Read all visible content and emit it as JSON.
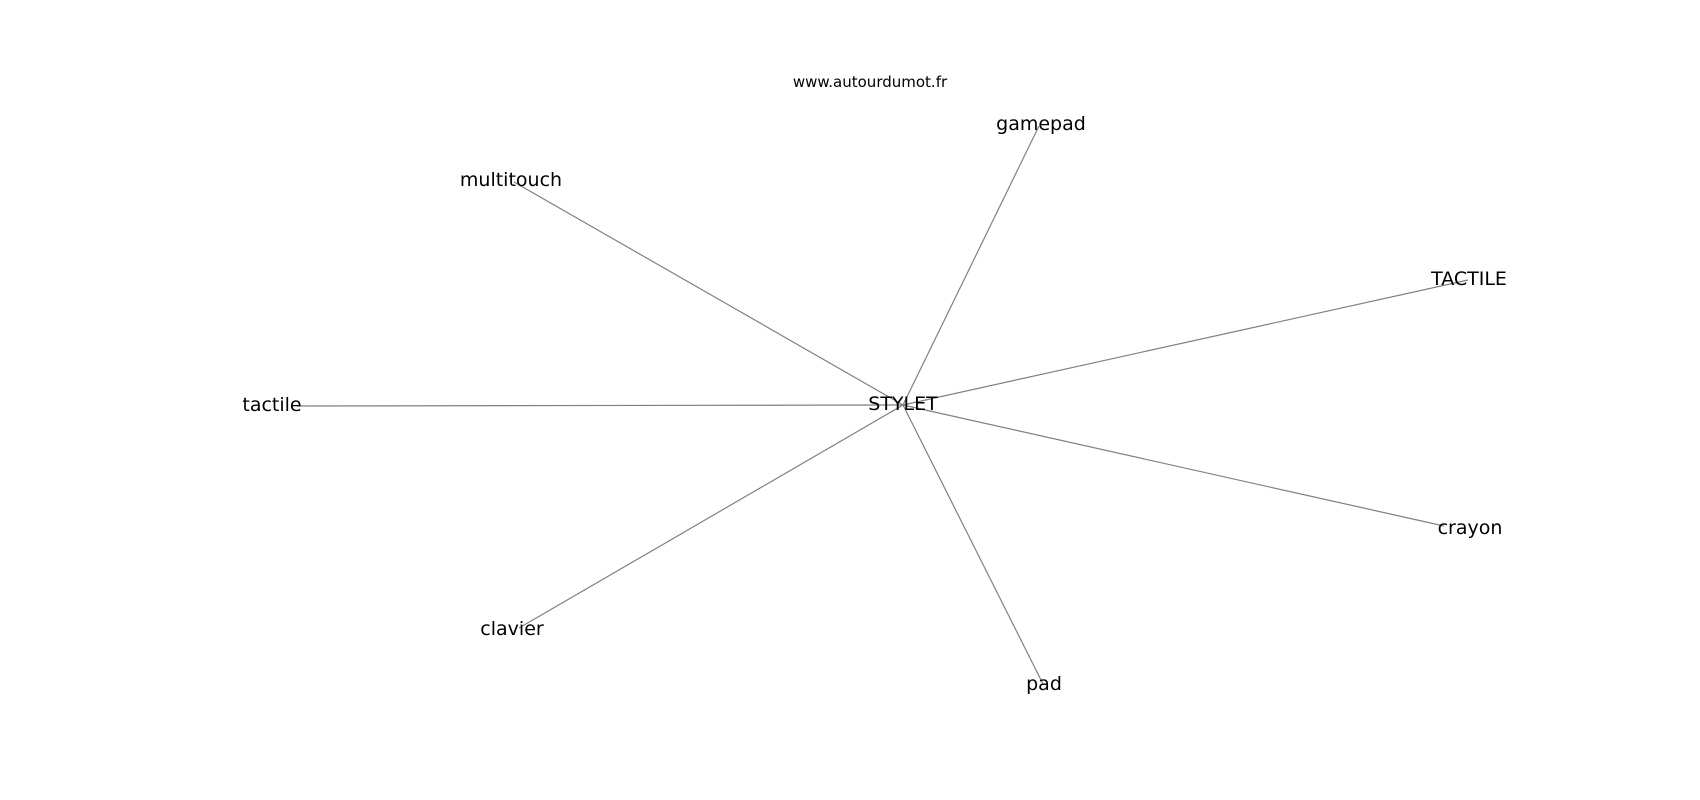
{
  "watermark": "www.autourdumot.fr",
  "graph": {
    "center": {
      "id": "stylet",
      "label": "STYLET"
    },
    "neighbors": [
      {
        "id": "gamepad",
        "label": "gamepad"
      },
      {
        "id": "multitouch",
        "label": "multitouch"
      },
      {
        "id": "tactile-upper",
        "label": "TACTILE"
      },
      {
        "id": "tactile",
        "label": "tactile"
      },
      {
        "id": "crayon",
        "label": "crayon"
      },
      {
        "id": "clavier",
        "label": "clavier"
      },
      {
        "id": "pad",
        "label": "pad"
      }
    ]
  },
  "colors": {
    "edge": "#808080",
    "text": "#000000",
    "background": "#ffffff"
  }
}
